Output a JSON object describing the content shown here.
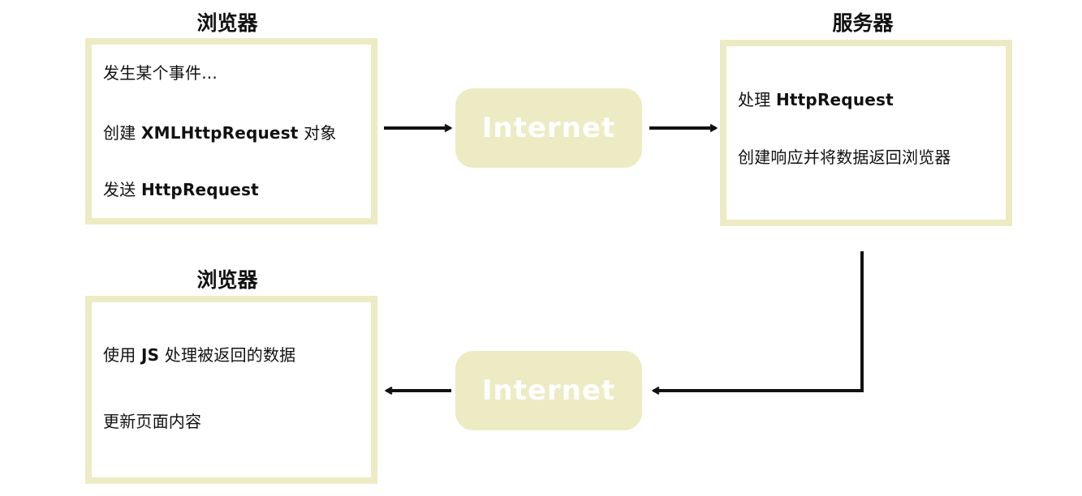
{
  "browser_top": {
    "title": "浏览器",
    "lines": [
      {
        "text": "发生某个事件...",
        "bold": ""
      },
      {
        "text": "创建 ",
        "bold": "XMLHttpRequest",
        "suffix": " 对象"
      },
      {
        "text": "发送 ",
        "bold": "HttpRequest"
      }
    ]
  },
  "server": {
    "title": "服务器",
    "lines": [
      {
        "text": "处理 ",
        "bold": "HttpRequest"
      },
      {
        "text": "创建响应并将数据返回浏览器",
        "bold": ""
      }
    ]
  },
  "browser_bottom": {
    "title": "浏览器",
    "lines": [
      {
        "text": "使用 ",
        "bold": "JS",
        "suffix": " 处理被返回的数据"
      },
      {
        "text": "更新页面内容",
        "bold": ""
      }
    ]
  },
  "internet_top": {
    "label": "Internet"
  },
  "internet_bottom": {
    "label": "Internet"
  },
  "colors": {
    "box_border": "#ecebc3",
    "pill_fill": "#ecebc3",
    "pill_text": "#ffffff",
    "arrow": "#111111"
  }
}
